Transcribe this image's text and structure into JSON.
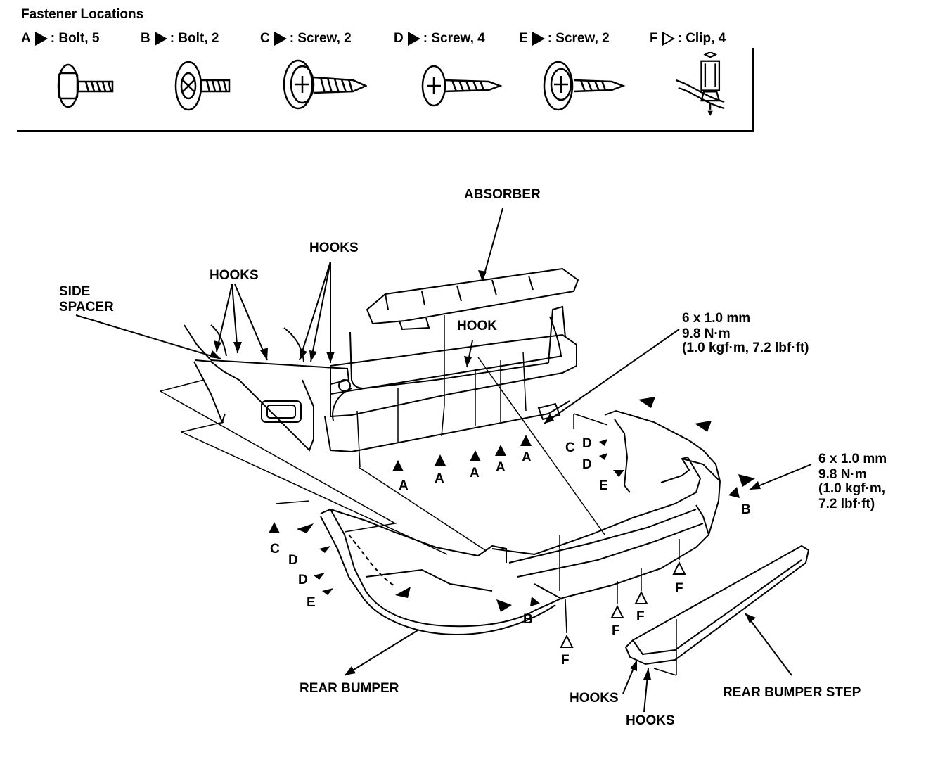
{
  "legend": {
    "title": "Fastener Locations",
    "items": [
      {
        "letter": "A",
        "text": ": Bolt, 5",
        "marker": "filled"
      },
      {
        "letter": "B",
        "text": ": Bolt, 2",
        "marker": "filled"
      },
      {
        "letter": "C",
        "text": ": Screw, 2",
        "marker": "filled"
      },
      {
        "letter": "D",
        "text": ": Screw, 4",
        "marker": "filled"
      },
      {
        "letter": "E",
        "text": ": Screw, 2",
        "marker": "filled"
      },
      {
        "letter": "F",
        "text": ": Clip, 4",
        "marker": "open"
      }
    ]
  },
  "labels": {
    "absorber": "ABSORBER",
    "hooks_top_right": "HOOKS",
    "hooks_top_left": "HOOKS",
    "side_spacer_1": "SIDE",
    "side_spacer_2": "SPACER",
    "hook": "HOOK",
    "torque1_line1": "6 x 1.0 mm",
    "torque1_line2": "9.8 N·m",
    "torque1_line3": "(1.0 kgf·m, 7.2 lbf·ft)",
    "torque2_line1": "6 x 1.0 mm",
    "torque2_line2": "9.8 N·m",
    "torque2_line3": "(1.0 kgf·m,",
    "torque2_line4": "7.2 lbf·ft)",
    "rear_bumper": "REAR BUMPER",
    "rear_bumper_step": "REAR BUMPER STEP",
    "hooks_bottom_1": "HOOKS",
    "hooks_bottom_2": "HOOKS"
  },
  "marks": {
    "a": "A",
    "b": "B",
    "c": "C",
    "d": "D",
    "e": "E",
    "f": "F"
  }
}
